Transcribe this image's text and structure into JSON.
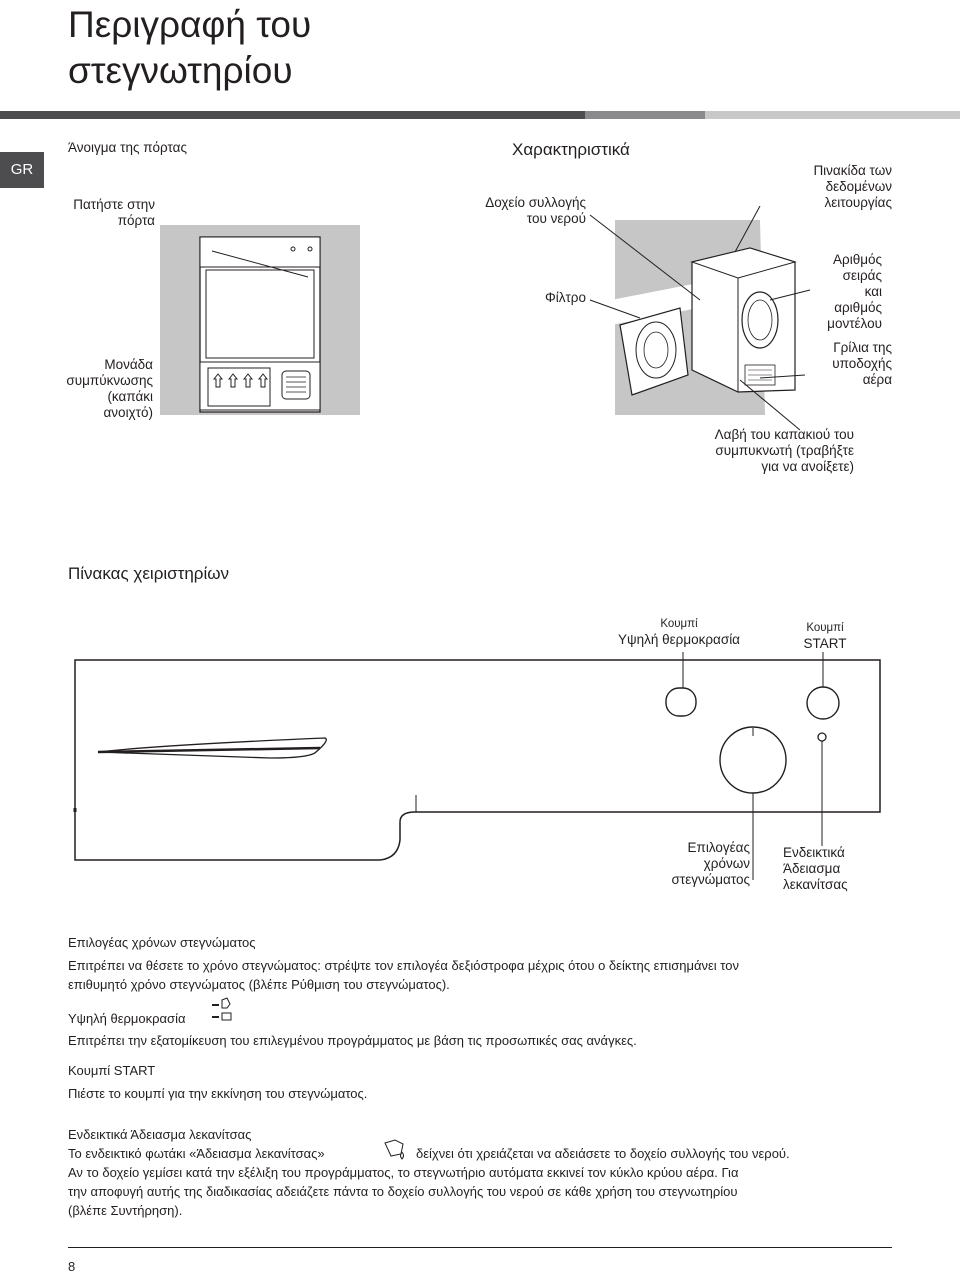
{
  "page": {
    "title_line1": "Περιγραφή του",
    "title_line2": "στεγνωτηρίου",
    "lang_tab": "GR",
    "page_number": "8"
  },
  "colors": {
    "bar_dark": "#4d4d4f",
    "bar_mid": "#8a8a8c",
    "bar_light": "#c8c8c9",
    "panel_gray": "#c6c6c6"
  },
  "door_section": {
    "heading": "Άνοιγμα της πόρτας",
    "press_door": [
      "Πατήστε στην",
      "πόρτα"
    ],
    "condenser_unit": [
      "Μονάδα",
      "συμπύκνωσης",
      "(καπάκι",
      "ανοιχτό)"
    ]
  },
  "features": {
    "heading": "Χαρακτηριστικά",
    "water_container": [
      "Δοχείο συλλογής",
      "του νερού"
    ],
    "filter": "Φίλτρο",
    "rating_plate": [
      "Πινακίδα των",
      "δεδομένων",
      "λειτουργίας"
    ],
    "serial_model": [
      "Αριθμός",
      "σειράς",
      "και",
      "αριθμός",
      "μοντέλου"
    ],
    "air_grille": [
      "Γρίλια της",
      "υποδοχής",
      "αέρα"
    ],
    "cover_handle": [
      "Λαβή του καπακιού του",
      "συμπυκνωτή (τραβήξτε",
      "για να ανοίξετε)"
    ]
  },
  "control_panel": {
    "heading": "Πίνακας χειριστηρίων",
    "high_temp_button": [
      "Κουμπί",
      "Υψηλή θερμοκρασία"
    ],
    "start_button": [
      "Κουμπί",
      "START"
    ],
    "timer_knob": [
      "Επιλογέας",
      "χρόνων",
      "στεγνώματος"
    ],
    "empty_indicator": [
      "Ενδεικτικά",
      "Άδειασμα",
      "λεκανίτσας"
    ]
  },
  "descriptions": {
    "timer_title": "Επιλογέας χρόνων στεγνώματος",
    "timer_text": [
      "Επιτρέπει να θέσετε το χρόνο στεγνώματος: στρέψτε τον επιλογέα δεξιόστροφα μέχρις ότου ο δείκτης επισημάνει τον",
      "επιθυμητό χρόνο στεγνώματος (βλέπε Ρύθμιση του στεγνώματος)."
    ],
    "hightemp_title": "Υψηλή θερμοκρασία",
    "hightemp_text": "Επιτρέπει την εξατομίκευση του επιλεγμένου προγράμματος με βάση τις προσωπικές σας ανάγκες.",
    "start_title": "Κουμπί START",
    "start_text": "Πιέστε το κουμπί για την εκκίνηση του στεγνώματος.",
    "indicator_title": "Ενδεικτικά Άδειασμα λεκανίτσας",
    "indicator_text_a": "Το ενδεικτικό φωτάκι «Άδειασμα λεκανίτσας»",
    "indicator_text_b": "δείχνει ότι χρειάζεται να αδειάσετε το δοχείο συλλογής του νερού.",
    "indicator_text_2": [
      "Αν το δοχείο γεμίσει κατά την εξέλιξη του προγράμματος, το στεγνωτήριο αυτόματα εκκινεί τον κύκλο κρύου αέρα. Για",
      "την αποφυγή αυτής της διαδικασίας αδειάζετε πάντα το δοχείο συλλογής του νερού σε κάθε χρήση του στεγνωτηρίου",
      "(βλέπε Συντήρηση)."
    ]
  }
}
